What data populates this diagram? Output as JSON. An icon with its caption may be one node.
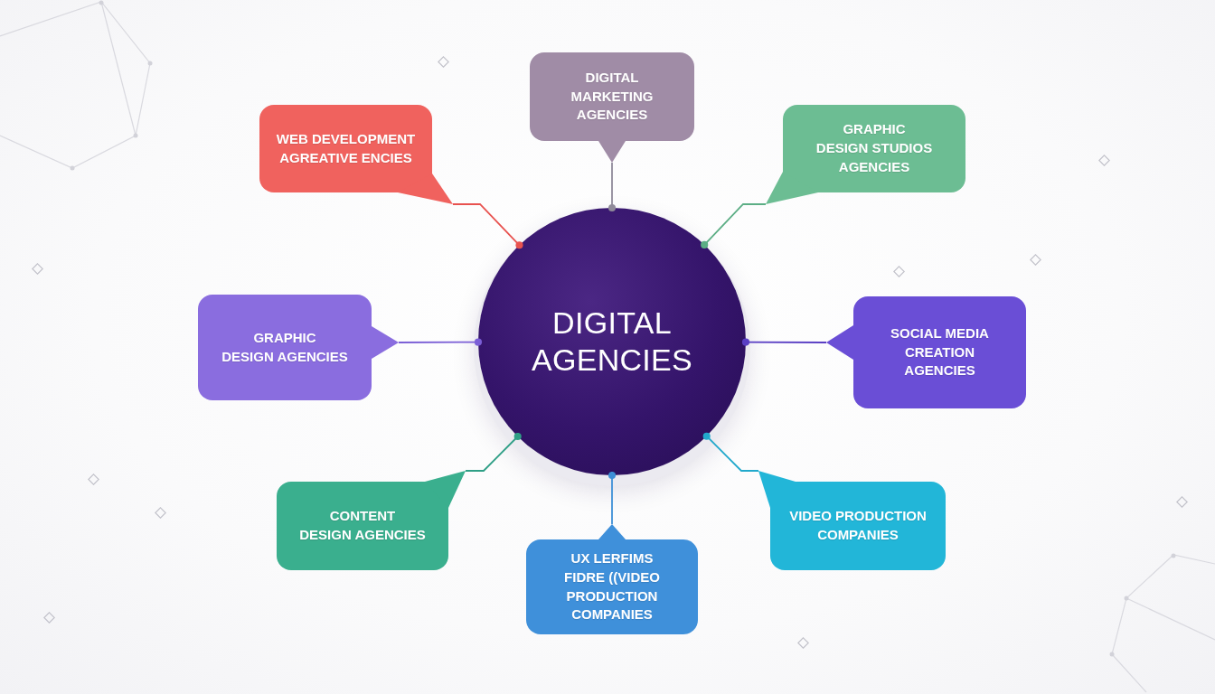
{
  "diagram": {
    "nodes": [
      {
        "text": [
          "DIGITAL AGENCIES"
        ]
      },
      {
        "text": [
          "WEB DEVELOPMENT AGREATIVE ENCIES"
        ]
      },
      {
        "text": [
          "DIGITAL MARKETING AGENCIES"
        ]
      },
      {
        "text": [
          "GRAPHIC DESIGN STUDIOS AGENCIES"
        ]
      },
      {
        "text": [
          "GRAPHIC DESIGN AGENCIES"
        ]
      },
      {
        "text": [
          "SOCIAL MEDIA CREATION AGENCIES"
        ]
      },
      {
        "text": [
          "CONTENT DESIGN AGENCIES"
        ]
      },
      {
        "text": [
          "UX LERFIMS FIDRE ((VIDEO PRODUCTION COMPANIES"
        ]
      },
      {
        "text": [
          "VIDEO PRODUCTION COMPANIES"
        ]
      }
    ],
    "edges": [
      {
        "from": 1,
        "to": 0,
        "arrow": "other",
        "color": "#e8524f"
      },
      {
        "from": 2,
        "to": 0,
        "arrow": "other",
        "color": "#8f8a99"
      },
      {
        "from": 3,
        "to": 0,
        "arrow": "other",
        "color": "#5cae85"
      },
      {
        "from": 4,
        "to": 0,
        "arrow": "other",
        "color": "#7b5fd6"
      },
      {
        "from": 5,
        "to": 0,
        "arrow": "other",
        "color": "#5a3fc4"
      },
      {
        "from": 6,
        "to": 0,
        "arrow": "other",
        "color": "#2f9f86"
      },
      {
        "from": 7,
        "to": 0,
        "arrow": "other",
        "color": "#3d8fd6"
      },
      {
        "from": 8,
        "to": 0,
        "arrow": "other",
        "color": "#22a9cc"
      }
    ]
  }
}
